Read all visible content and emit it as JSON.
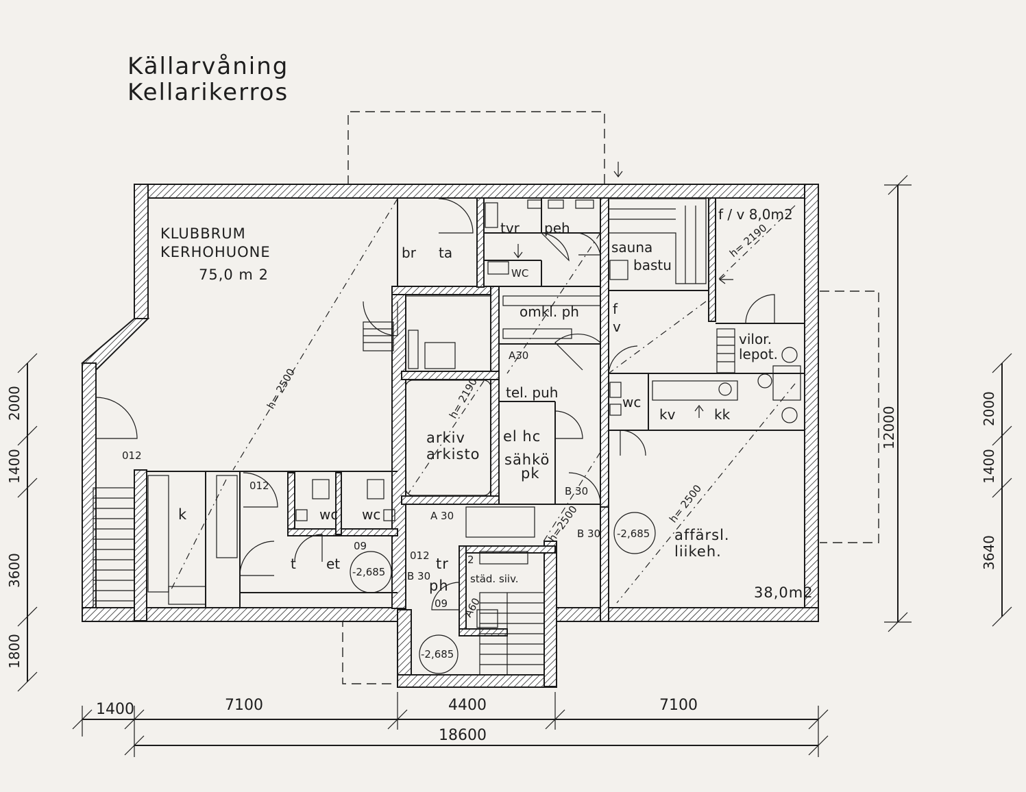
{
  "title": {
    "line1": "Källarvåning",
    "line2": "Kellarikerros"
  },
  "rooms": {
    "club_sv": "KLUBBRUM",
    "club_fi": "KERHOHUONE",
    "club_area": "75,0 m 2",
    "br": "br",
    "ta": "ta",
    "tvr": "tvr",
    "peh": "peh",
    "wc_top": "WC",
    "sauna_sv": "sauna",
    "sauna_fi": "bastu",
    "fv_area": "f / v 8,0m2",
    "f": "f",
    "v": "v",
    "omkl": "omkl. ph",
    "vilor": "vilor.",
    "lepot": "lepot.",
    "tel": "tel. puh",
    "kv": "kv",
    "kk": "kk",
    "wc_right": "wc",
    "arkiv": "arkiv",
    "arkisto": "arkisto",
    "elhc": "el hc",
    "sahko": "sähkö",
    "pk": "pk",
    "k": "k",
    "wc_a": "wc",
    "wc_b": "wc",
    "t": "t",
    "et": "et",
    "tr": "tr",
    "ph": "ph",
    "stad": "städ. siiv.",
    "affars": "affärsl.",
    "liikeh": "liikeh.",
    "shop_area": "38,0m2"
  },
  "marks": {
    "h2500_a": "h= 2500",
    "h2190_a": "h= 2190",
    "h2190_b": "h= 2190",
    "h2500_b": "h=2500",
    "h2500_c": "h= 2500",
    "A30_a": "A30",
    "A30_b": "A 30",
    "B30_a": "B 30",
    "B30_b": "B 30",
    "B30_c": "B 30",
    "lvl_a": "-2,685",
    "lvl_b": "-2,685",
    "lvl_c": "-2,685",
    "d012_a": "012",
    "d012_b": "012",
    "d012_c": "012",
    "d09_a": "09",
    "d09_b": "09",
    "a60": "A60",
    "two": "2"
  },
  "dimensions": {
    "bottom": [
      "1400",
      "7100",
      "4400",
      "7100"
    ],
    "total": "18600",
    "left": [
      "2000",
      "1400",
      "3600",
      "1800"
    ],
    "right_total": "12000",
    "right": [
      "2000",
      "1400",
      "3640"
    ]
  }
}
